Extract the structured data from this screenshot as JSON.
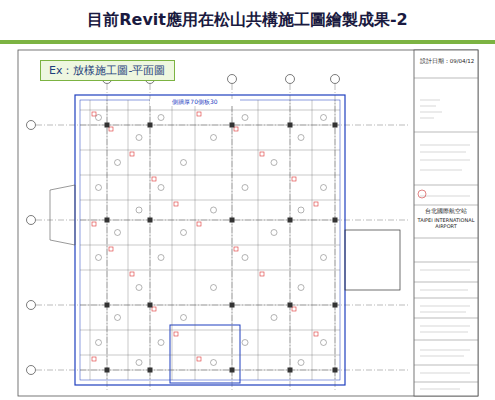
{
  "diagram": {
    "title": "目前Revit應用在松山共構施工圖繪製成果-2",
    "nodes": [
      {
        "text": [
          "Ex：放樣施工圖-平面圖"
        ]
      }
    ],
    "labels": [
      "側牆厚70側板30",
      "設計日期：09/04/12",
      "台北國際航空站",
      "TAIPEI INTERNATIONAL AIRPORT"
    ]
  }
}
